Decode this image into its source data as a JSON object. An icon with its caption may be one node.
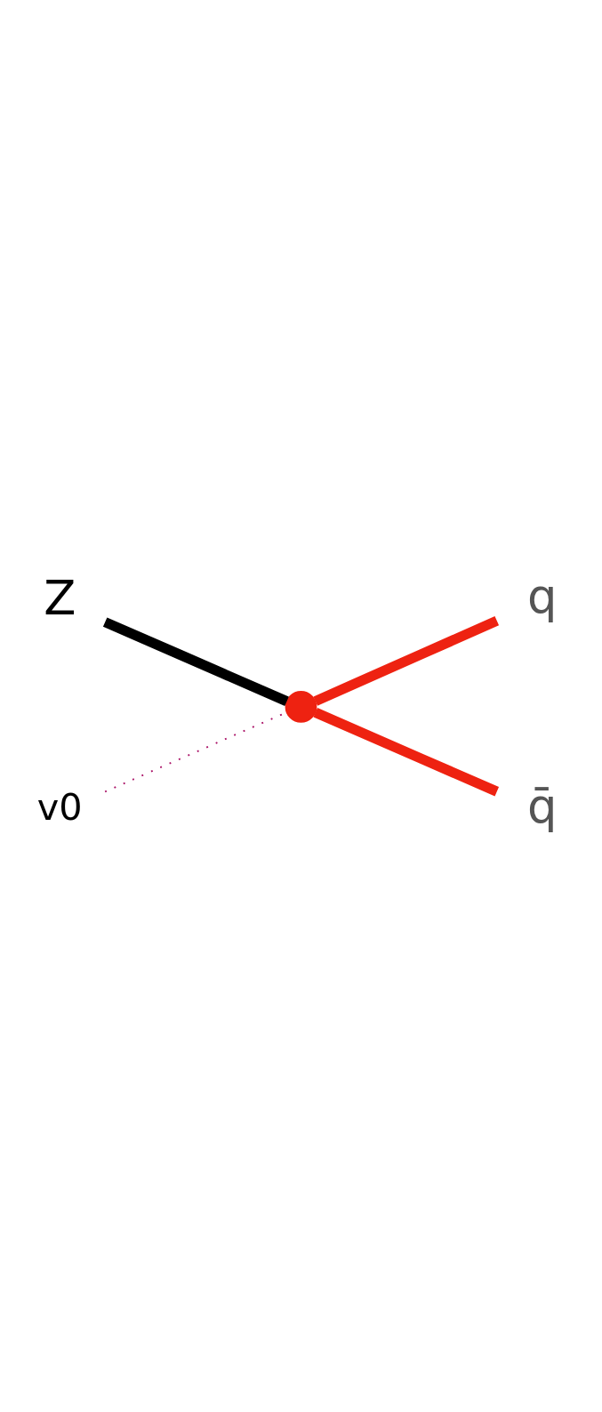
{
  "diagram": {
    "nodes": [
      {
        "text": [
          "Z"
        ]
      },
      {
        "text": [],
        "shape": "circle"
      },
      {
        "text": [
          "q"
        ]
      },
      {
        "text": [
          "q̄"
        ]
      }
    ],
    "edges": [
      {
        "from": 0,
        "to": 1,
        "arrow": "none",
        "color": "#000000"
      },
      {
        "from": 1,
        "to": 2,
        "arrow": "none"
      },
      {
        "from": 1,
        "to": 3,
        "arrow": "none"
      }
    ],
    "labels": [
      "v0"
    ]
  }
}
